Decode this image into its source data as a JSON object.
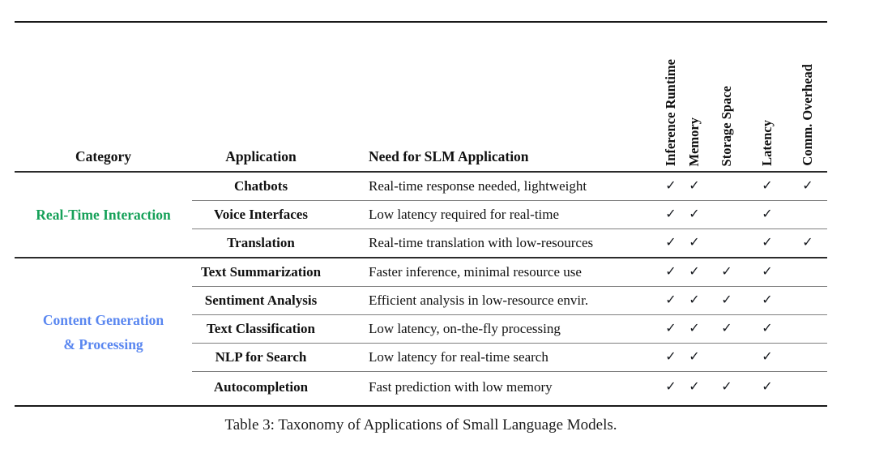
{
  "table": {
    "columns": [
      "Category",
      "Application",
      "Need for SLM Application"
    ],
    "check_columns": [
      "Inference Runtime",
      "Memory",
      "Storage Space",
      "Latency",
      "Comm. Overhead"
    ],
    "check_glyph": "✓",
    "groups": [
      {
        "category": "Real-Time Interaction",
        "category_lines": [
          "Real-Time Interaction"
        ],
        "color": "#16a159",
        "rows": [
          {
            "application": "Chatbots",
            "need": "Real-time response needed, lightweight",
            "checks": [
              true,
              true,
              false,
              true,
              true
            ]
          },
          {
            "application": "Voice Interfaces",
            "need": "Low latency required for real-time",
            "checks": [
              true,
              true,
              false,
              true,
              false
            ]
          },
          {
            "application": "Translation",
            "need": "Real-time translation with low-resources",
            "checks": [
              true,
              true,
              false,
              true,
              true
            ]
          }
        ]
      },
      {
        "category": "Content Generation & Processing",
        "category_lines": [
          "Content Generation",
          "& Processing"
        ],
        "color": "#5a87f0",
        "rows": [
          {
            "application": "Text Summarization",
            "need": "Faster inference, minimal resource use",
            "checks": [
              true,
              true,
              true,
              true,
              false
            ]
          },
          {
            "application": "Sentiment Analysis",
            "need": "Efficient analysis in low-resource envir.",
            "checks": [
              true,
              true,
              true,
              true,
              false
            ]
          },
          {
            "application": "Text Classification",
            "need": "Low latency, on-the-fly processing",
            "checks": [
              true,
              true,
              true,
              true,
              false
            ]
          },
          {
            "application": "NLP for Search",
            "need": "Low latency for real-time search",
            "checks": [
              true,
              true,
              false,
              true,
              false
            ]
          },
          {
            "application": "Autocompletion",
            "need": "Fast prediction with low memory",
            "checks": [
              true,
              true,
              true,
              true,
              false
            ]
          }
        ]
      }
    ],
    "caption": "Table 3: Taxonomy of Applications of Small Language Models."
  }
}
